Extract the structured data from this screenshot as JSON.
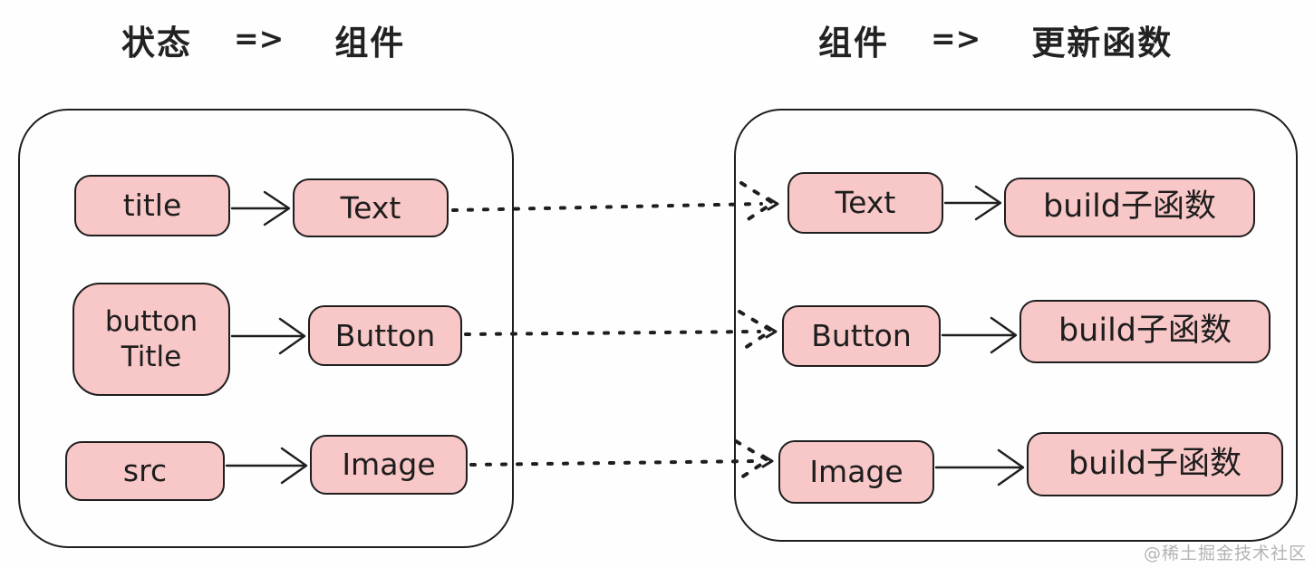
{
  "headers": {
    "left": {
      "lhs": "状态",
      "arrow": "=>",
      "rhs": "组件"
    },
    "right": {
      "lhs": "组件",
      "arrow": "=>",
      "rhs": "更新函数"
    }
  },
  "left_panel": {
    "rows": [
      {
        "source": "title",
        "target": "Text"
      },
      {
        "source": "button Title",
        "target": "Button"
      },
      {
        "source": "src",
        "target": "Image"
      }
    ]
  },
  "right_panel": {
    "rows": [
      {
        "source": "Text",
        "target": "build子函数"
      },
      {
        "source": "Button",
        "target": "build子函数"
      },
      {
        "source": "Image",
        "target": "build子函数"
      }
    ]
  },
  "links": [
    {
      "from": "Text",
      "to": "Text",
      "style": "dotted"
    },
    {
      "from": "Button",
      "to": "Button",
      "style": "dotted"
    },
    {
      "from": "Image",
      "to": "Image",
      "style": "dotted"
    }
  ],
  "colors": {
    "node_fill": "#F8C7C7",
    "node_border": "#1E1E1E",
    "stroke": "#1E1E1E",
    "background": "#FEFEFE",
    "watermark": "#B3B3B3"
  },
  "watermark": "@稀土掘金技术社区"
}
